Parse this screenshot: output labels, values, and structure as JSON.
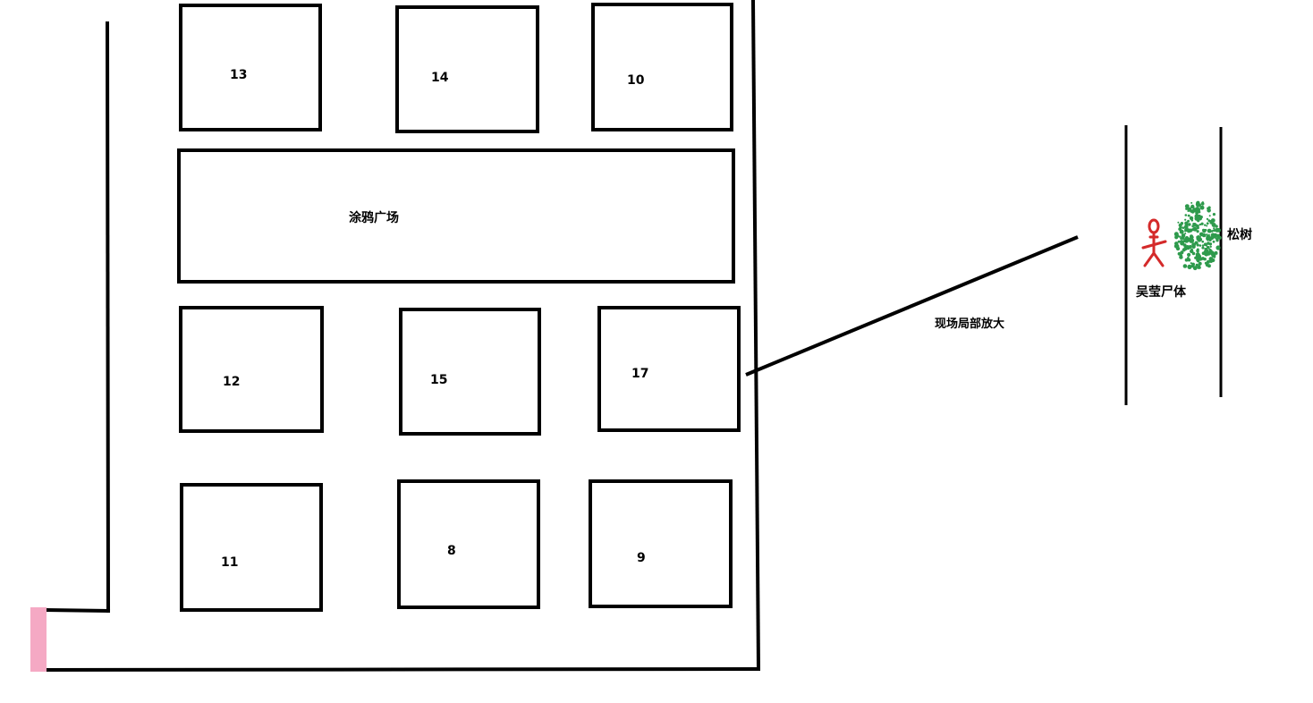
{
  "blocks": [
    {
      "id": "13",
      "label": "13"
    },
    {
      "id": "14",
      "label": "14"
    },
    {
      "id": "10",
      "label": "10"
    },
    {
      "id": "12",
      "label": "12"
    },
    {
      "id": "15",
      "label": "15"
    },
    {
      "id": "17",
      "label": "17"
    },
    {
      "id": "11",
      "label": "11"
    },
    {
      "id": "8",
      "label": "8"
    },
    {
      "id": "9",
      "label": "9"
    }
  ],
  "plaza": {
    "label": "涂鸦广场"
  },
  "callout": {
    "label": "现场局部放大"
  },
  "detail": {
    "body_label": "吴莹尸体",
    "tree_label": "松树"
  },
  "colors": {
    "line": "#000000",
    "entrance": "#f5a9c4",
    "figure": "#d42a2a",
    "tree": "#2e9a4c"
  },
  "icons": {
    "figure": "stick-figure-icon",
    "tree": "pine-tree-icon",
    "entrance": "entrance-marker"
  }
}
